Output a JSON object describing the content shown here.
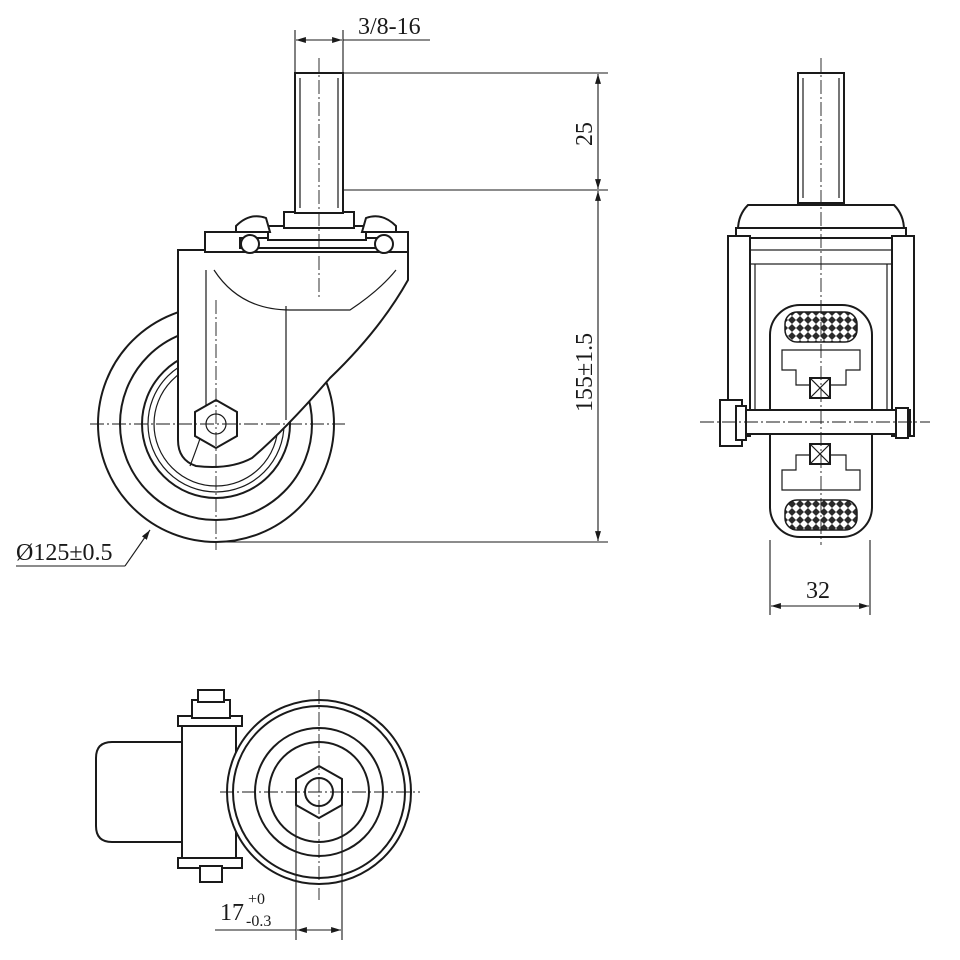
{
  "drawing": {
    "thread_label": "3/8-16",
    "stem_length_label": "25",
    "height_label": "155±1.5",
    "wheel_diameter_label": "Ø125±0.5",
    "wheel_width_label": "32",
    "bolt_offset_base": "17",
    "bolt_offset_upper_tol": "+0",
    "bolt_offset_lower_tol": "-0.3"
  }
}
